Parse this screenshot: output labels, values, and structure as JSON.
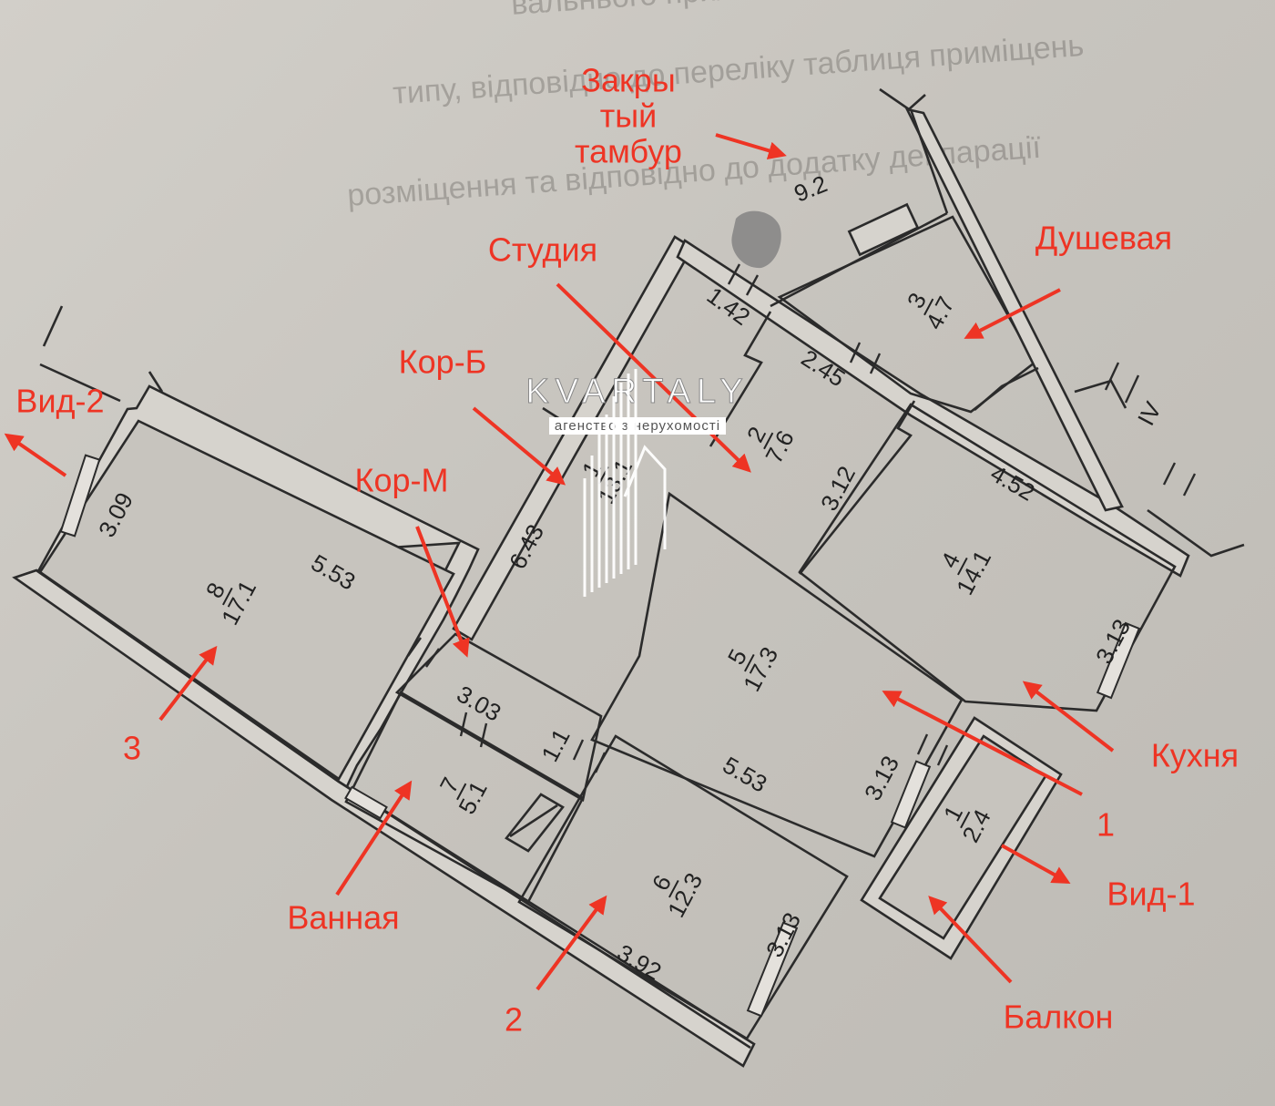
{
  "dimensions": [
    "9.2",
    "1.42",
    "2.45",
    "3.12",
    "4.52",
    "3.13",
    "6.43",
    "3.09",
    "5.53",
    "3.03",
    "1.1",
    "5.53",
    "3.13",
    "3.92",
    "3.13",
    "IV"
  ],
  "rooms": [
    {
      "num": "1",
      "area": "13.1"
    },
    {
      "num": "2",
      "area": "7.6"
    },
    {
      "num": "3",
      "area": "4.7"
    },
    {
      "num": "4",
      "area": "14.1"
    },
    {
      "num": "5",
      "area": "17.3"
    },
    {
      "num": "6",
      "area": "12.3"
    },
    {
      "num": "7",
      "area": "5.1"
    },
    {
      "num": "8",
      "area": "17.1"
    },
    {
      "num": "1",
      "area": "2.4"
    }
  ],
  "annotations": [
    "Закры\nтый\nтамбур",
    "Студия",
    "Душевая",
    "Кор-Б",
    "Вид-2",
    "Кор-М",
    "3",
    "Кухня",
    "1",
    "Вид-1",
    "Ванная",
    "2",
    "Балкон"
  ],
  "background_text": [
    "вальнього прилеглих вхід та внутрішньо",
    "типу, відповідно до переліку таблиця приміщень",
    "розміщення та відповідно до додатку декларації"
  ],
  "watermark": {
    "brand": "KVARTALY",
    "tagline": "агенство з нерухомості"
  },
  "colors": {
    "annotation": "#ee3424",
    "walls": "#2b2b2b",
    "wall_fill": "#d6d3cd",
    "paper": "#c9c6c0"
  }
}
